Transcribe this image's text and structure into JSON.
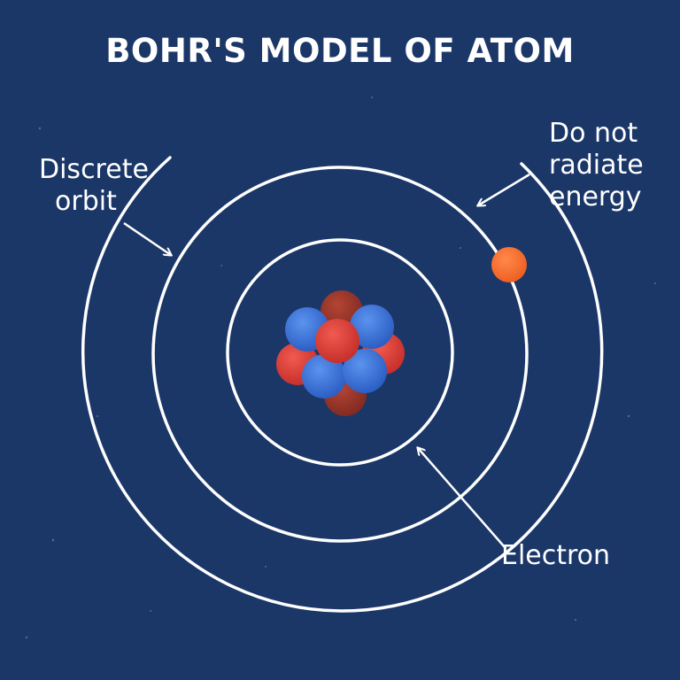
{
  "title": "BOHR'S MODEL OF ATOM",
  "labels": {
    "discrete_orbit": [
      "Discrete",
      "orbit"
    ],
    "do_not_radiate": [
      "Do not",
      "radiate",
      "energy"
    ],
    "electron": "Electron"
  },
  "colors": {
    "background": "#1b3768",
    "orbit": "#ffffff",
    "proton": "#df3b35",
    "neutron": "#3b73d6",
    "dark_proton": "#9a3228",
    "electron": "#f46a2c"
  }
}
